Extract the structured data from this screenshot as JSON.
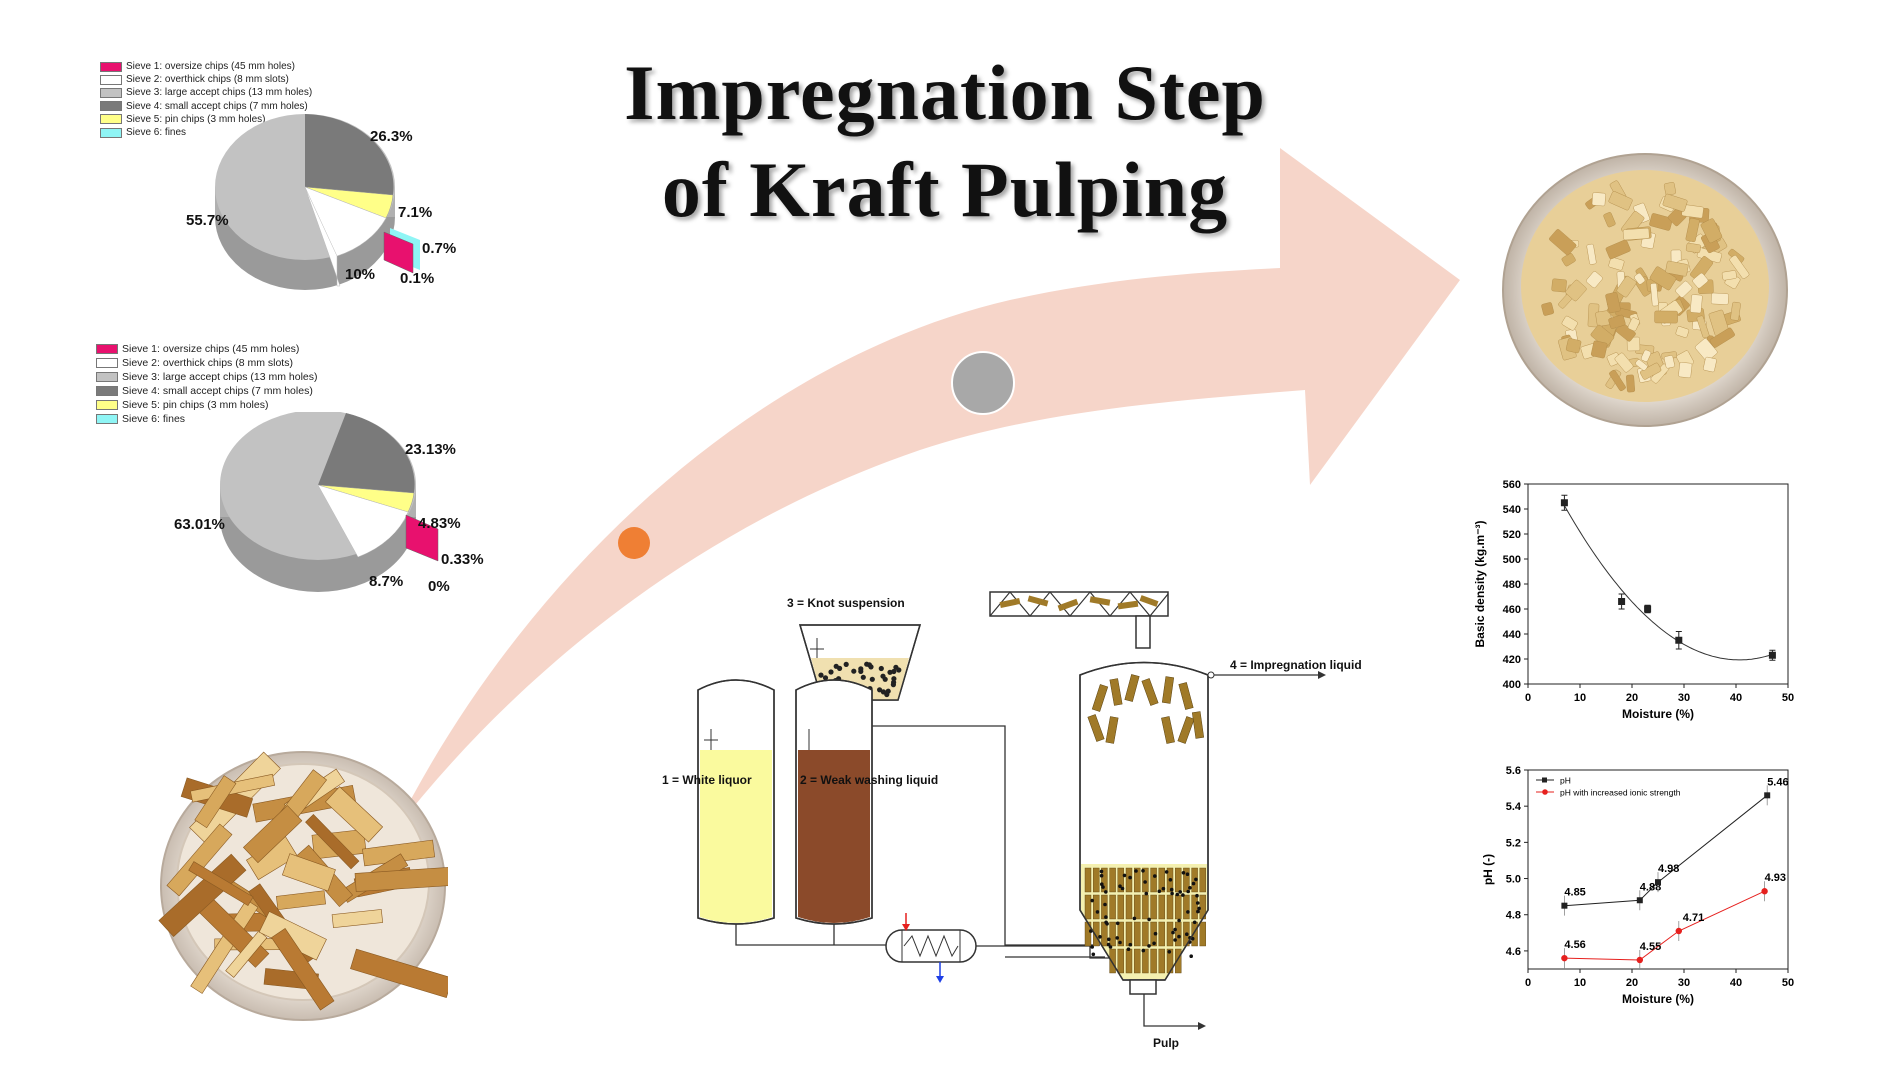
{
  "title": {
    "line1": "Impregnation Step",
    "line2": "of Kraft Pulping"
  },
  "colors": {
    "arrow": "#f6d5c9",
    "sieve1": "#e8116e",
    "sieve2": "#ffffff",
    "sieve3": "#c2c2c2",
    "sieve4": "#7a7a7a",
    "sieve5": "#ffff88",
    "sieve6": "#8ff5f5",
    "dot_orange": "#ef7f34",
    "dot_gray": "#a8a8a8",
    "white_liquor": "#fafa9e",
    "weak_washing": "#8b4a2a",
    "series_ph": "#222222",
    "series_ph_ionic": "#e6201e"
  },
  "legend_items": [
    "Sieve 1: oversize chips (45 mm holes)",
    "Sieve 2: overthick chips (8 mm slots)",
    "Sieve 3: large accept chips (13 mm holes)",
    "Sieve 4: small accept chips (7 mm holes)",
    "Sieve 5: pin chips (3 mm holes)",
    "Sieve 6: fines"
  ],
  "pie1": {
    "labels": [
      "0.7%",
      "10%",
      "55.7%",
      "26.3%",
      "7.1%",
      "0.1%"
    ]
  },
  "pie2": {
    "labels": [
      "0.33%",
      "8.7%",
      "63.01%",
      "23.13%",
      "4.83%",
      "0%"
    ]
  },
  "chart_data": [
    {
      "type": "pie",
      "categories": [
        "Sieve 1: oversize chips (45 mm holes)",
        "Sieve 2: overthick chips (8 mm slots)",
        "Sieve 3: large accept chips (13 mm holes)",
        "Sieve 4: small accept chips (7 mm holes)",
        "Sieve 5: pin chips (3 mm holes)",
        "Sieve 6: fines"
      ],
      "values": [
        0.7,
        10,
        55.7,
        26.3,
        7.1,
        0.1
      ]
    },
    {
      "type": "pie",
      "categories": [
        "Sieve 1: oversize chips (45 mm holes)",
        "Sieve 2: overthick chips (8 mm slots)",
        "Sieve 3: large accept chips (13 mm holes)",
        "Sieve 4: small accept chips (7 mm holes)",
        "Sieve 5: pin chips (3 mm holes)",
        "Sieve 6: fines"
      ],
      "values": [
        0.33,
        8.7,
        63.01,
        23.13,
        4.83,
        0
      ]
    },
    {
      "type": "scatter",
      "xlabel": "Moisture (%)",
      "ylabel": "Basic density (kg.m⁻³)",
      "xlim": [
        0,
        50
      ],
      "ylim": [
        400,
        560
      ],
      "xticks": [
        0,
        10,
        20,
        30,
        40,
        50
      ],
      "yticks": [
        400,
        420,
        440,
        460,
        480,
        500,
        520,
        540,
        560
      ],
      "x": [
        7,
        18,
        23,
        29,
        47
      ],
      "y": [
        545,
        466,
        460,
        435,
        423
      ],
      "err": [
        6,
        6,
        3,
        7,
        4
      ],
      "fit": "quadratic"
    },
    {
      "type": "line",
      "xlabel": "Moisture (%)",
      "ylabel": "pH (-)",
      "xlim": [
        0,
        50
      ],
      "ylim": [
        4.5,
        5.6
      ],
      "xticks": [
        0,
        10,
        20,
        30,
        40,
        50
      ],
      "yticks": [
        4.6,
        4.8,
        5.0,
        5.2,
        5.4,
        5.6
      ],
      "series": [
        {
          "name": "pH",
          "x": [
            7,
            21.5,
            25,
            46
          ],
          "values": [
            4.85,
            4.88,
            4.98,
            5.46
          ],
          "labels": [
            "4.85",
            "4.88",
            "4.98",
            "5.46"
          ]
        },
        {
          "name": "pH with increased ionic strength",
          "x": [
            7,
            21.5,
            29,
            45.5
          ],
          "values": [
            4.56,
            4.55,
            4.71,
            4.93
          ],
          "labels": [
            "4.56",
            "4.55",
            "4.71",
            "4.93"
          ]
        }
      ]
    }
  ],
  "process": {
    "knot_suspension": "3 = Knot suspension",
    "white_liquor": "1 = White liquor",
    "weak_washing": "2 = Weak washing liquid",
    "impregnation_liquid": "4 = Impregnation liquid",
    "pulp": "Pulp"
  }
}
